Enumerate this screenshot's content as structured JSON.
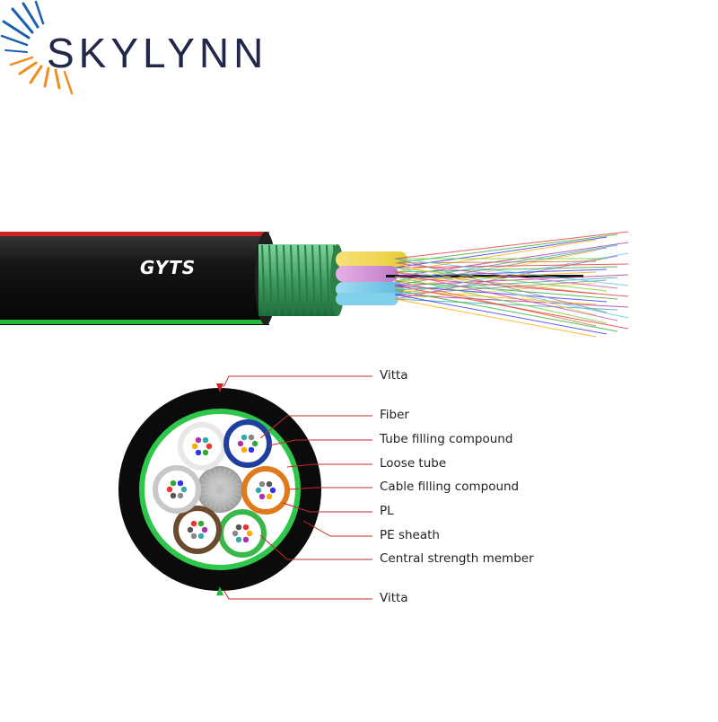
{
  "brand": {
    "name": "SKYLYNN",
    "accent_colors": [
      "#1a5fb4",
      "#f28c1e"
    ],
    "text_color": "#22284a"
  },
  "cable": {
    "model": "GYTS",
    "sheath_color": "#0c0c0c",
    "vitta_color_top": "#cc2222",
    "vitta_color_bottom": "#22bb33",
    "armor_color": "#3f9f60"
  },
  "cross_section": {
    "callouts": [
      {
        "id": "vitta-top",
        "label": "Vitta"
      },
      {
        "id": "fiber",
        "label": "Fiber"
      },
      {
        "id": "tube-filling-compound",
        "label": "Tube filling compound"
      },
      {
        "id": "loose-tube",
        "label": "Loose tube"
      },
      {
        "id": "cable-filling-compound",
        "label": "Cable filling compound"
      },
      {
        "id": "pl",
        "label": "PL"
      },
      {
        "id": "pe-sheath",
        "label": "PE sheath"
      },
      {
        "id": "central-strength-member",
        "label": "Central strength member"
      },
      {
        "id": "vitta-bottom",
        "label": "Vitta"
      }
    ],
    "loose_tube_colors": [
      "#e8e8e8",
      "#1f3f9f",
      "#e07a1c",
      "#38b84a",
      "#6b4a2e",
      "#c8c8c8"
    ],
    "callout_line_color": "#c42b2b"
  }
}
